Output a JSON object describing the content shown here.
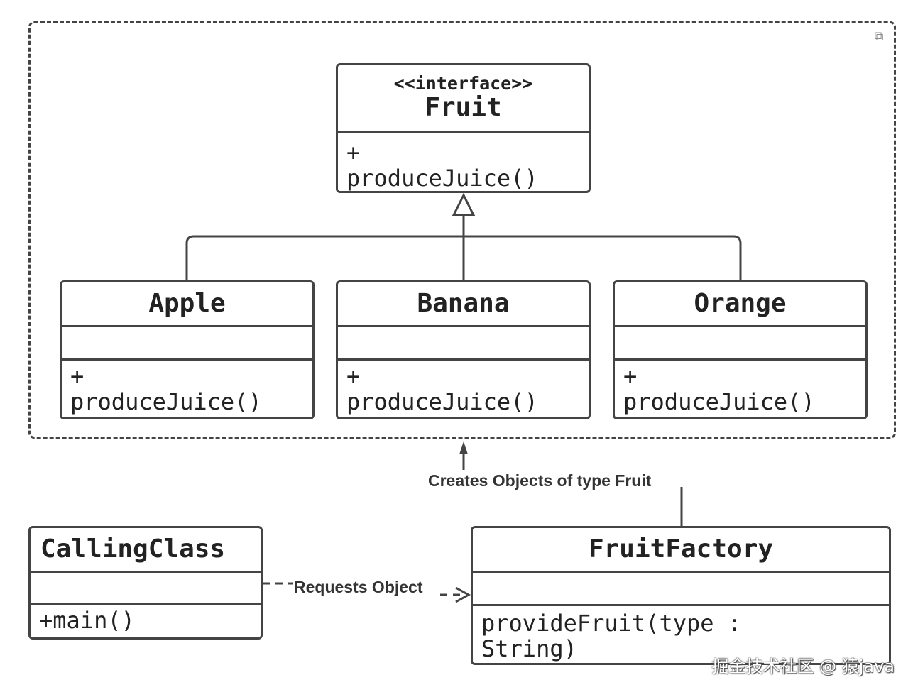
{
  "diagram": {
    "interface": {
      "stereotype": "<<interface>>",
      "name": "Fruit",
      "operations": "+\nproduceJuice()"
    },
    "classes": {
      "apple": {
        "name": "Apple",
        "operations": "+\nproduceJuice()"
      },
      "banana": {
        "name": "Banana",
        "operations": "+\nproduceJuice()"
      },
      "orange": {
        "name": "Orange",
        "operations": "+\nproduceJuice()"
      },
      "calling_class": {
        "name": "CallingClass",
        "operations": "+main()"
      },
      "fruit_factory": {
        "name": "FruitFactory",
        "operations": "provideFruit(type :\nString)"
      }
    },
    "connectors": {
      "creates_label": "Creates Objects of type Fruit",
      "requests_label": "Requests Object"
    },
    "frame_icon": "expand-icon",
    "line_color": "#444444"
  },
  "watermark": "掘金技术社区 @ 猿java"
}
